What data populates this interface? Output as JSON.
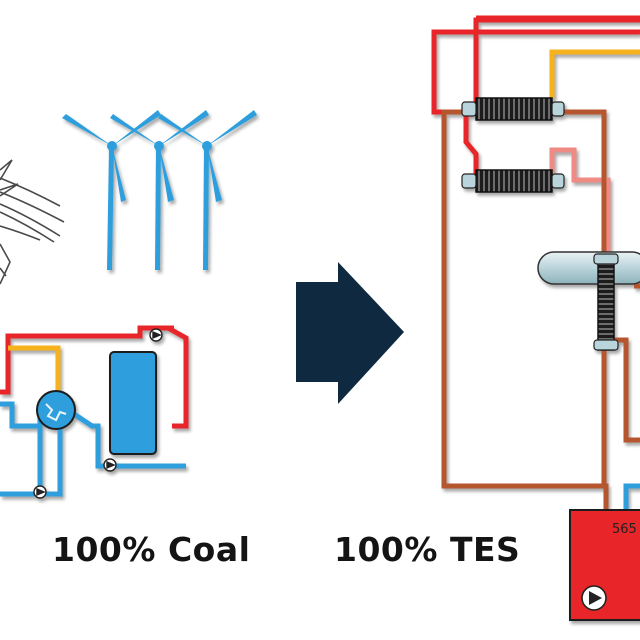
{
  "captions": {
    "left": "100% Coal",
    "right": "100% TES"
  },
  "tes_tank": {
    "temperature_text": "565"
  },
  "colors": {
    "pipe_red": "#e8262a",
    "pipe_yellow": "#f6b21a",
    "pipe_blue": "#2e9fdc",
    "pipe_brown": "#b5562e",
    "pipe_pink": "#ef8a84",
    "turbine_blue": "#2e9fdc",
    "arrow": "#0f2a40",
    "tank_red": "#e8262a",
    "boiler_blue": "#2e9fdc"
  },
  "icons": [
    "power-line-icon",
    "wind-turbine-icon",
    "steam-cycle-icon",
    "arrow-right-icon",
    "heat-exchanger-icon",
    "steam-turbine-icon",
    "pump-icon",
    "storage-tank-icon"
  ]
}
